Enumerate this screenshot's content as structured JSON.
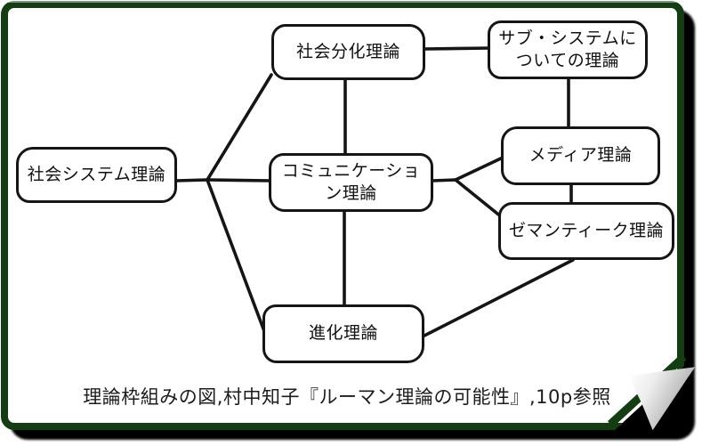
{
  "page": {
    "background": "#ffffff",
    "frame_color": "#123e12",
    "shadow_color": "#000000",
    "ink_color": "#151515"
  },
  "diagram": {
    "nodes": [
      {
        "id": "social-system-theory",
        "label": "社会システム理論",
        "lines": [
          "社会システム理論"
        ]
      },
      {
        "id": "social-differentiation-theory",
        "label": "社会分化理論",
        "lines": [
          "社会分化理論"
        ]
      },
      {
        "id": "subsystem-theory",
        "label": "サブ・システムについての理論",
        "lines": [
          "サブ・システムに",
          "ついての理論"
        ]
      },
      {
        "id": "communication-theory",
        "label": "コミュニケーション理論",
        "lines": [
          "コミュニケーショ",
          "ン理論"
        ]
      },
      {
        "id": "media-theory",
        "label": "メディア理論",
        "lines": [
          "メディア理論"
        ]
      },
      {
        "id": "semantik-theory",
        "label": "ゼマンティーク理論",
        "lines": [
          "ゼマンティーク理論"
        ]
      },
      {
        "id": "evolution-theory",
        "label": "進化理論",
        "lines": [
          "進化理論"
        ]
      }
    ],
    "edges": [
      {
        "from": "social-system-theory",
        "to": "social-differentiation-theory"
      },
      {
        "from": "social-system-theory",
        "to": "communication-theory"
      },
      {
        "from": "social-system-theory",
        "to": "evolution-theory"
      },
      {
        "from": "social-differentiation-theory",
        "to": "subsystem-theory"
      },
      {
        "from": "social-differentiation-theory",
        "to": "communication-theory"
      },
      {
        "from": "subsystem-theory",
        "to": "media-theory"
      },
      {
        "from": "communication-theory",
        "to": "media-theory"
      },
      {
        "from": "communication-theory",
        "to": "semantik-theory"
      },
      {
        "from": "communication-theory",
        "to": "evolution-theory"
      },
      {
        "from": "media-theory",
        "to": "semantik-theory"
      },
      {
        "from": "evolution-theory",
        "to": "semantik-theory"
      }
    ]
  },
  "caption": {
    "text": "理論枠組みの図,村中知子『ルーマン理論の可能性』,10p参照"
  }
}
